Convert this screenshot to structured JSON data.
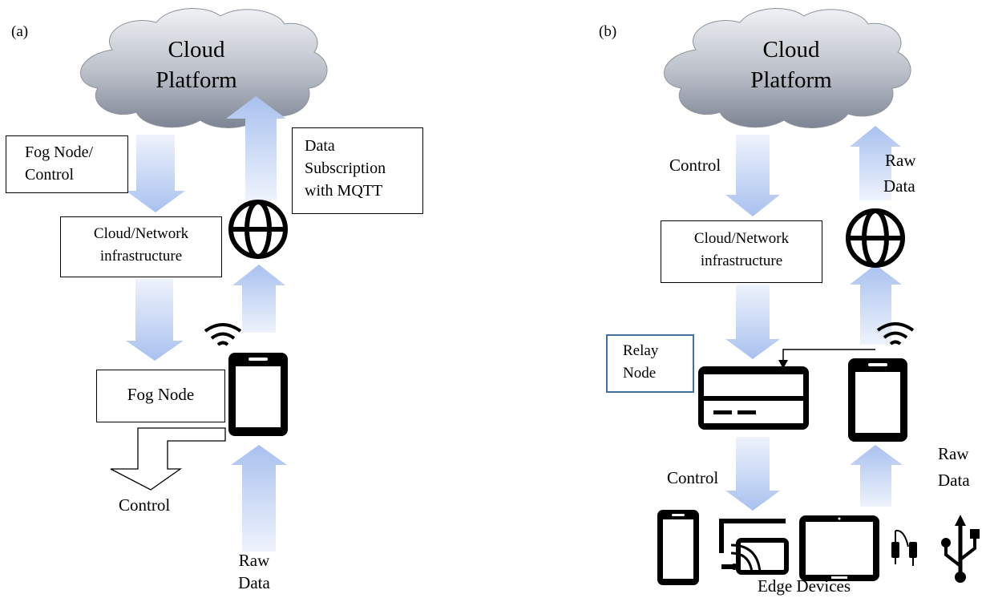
{
  "panel_a": {
    "label": "(a)",
    "cloud_line1": "Cloud",
    "cloud_line2": "Platform",
    "fog_control_line1": "Fog Node/",
    "fog_control_line2": "Control",
    "data_sub_line1": "Data",
    "data_sub_line2": "Subscription",
    "data_sub_line3": "with MQTT",
    "infra_line1": "Cloud/Network",
    "infra_line2": "infrastructure",
    "fog_node": "Fog Node",
    "control": "Control",
    "raw_line1": "Raw",
    "raw_line2": "Data"
  },
  "panel_b": {
    "label": "(b)",
    "cloud_line1": "Cloud",
    "cloud_line2": "Platform",
    "control_top": "Control",
    "raw_top_line1": "Raw",
    "raw_top_line2": "Data",
    "infra_line1": "Cloud/Network",
    "infra_line2": "infrastructure",
    "relay_line1": "Relay",
    "relay_line2": "Node",
    "control_bottom": "Control",
    "raw_right_line1": "Raw",
    "raw_right_line2": "Data",
    "edge_devices": "Edge Devices"
  },
  "colors": {
    "arrow_light": "#e6eefb",
    "arrow_dark": "#a9c1ef",
    "cloud_light": "#eef0f3",
    "cloud_dark": "#7d8493",
    "relay_border": "#41719c"
  },
  "icons": [
    "globe-icon",
    "wifi-icon",
    "smartphone-icon",
    "server-icon",
    "tablet-icon",
    "cast-icon",
    "usb-cable-icon",
    "usb-icon"
  ]
}
